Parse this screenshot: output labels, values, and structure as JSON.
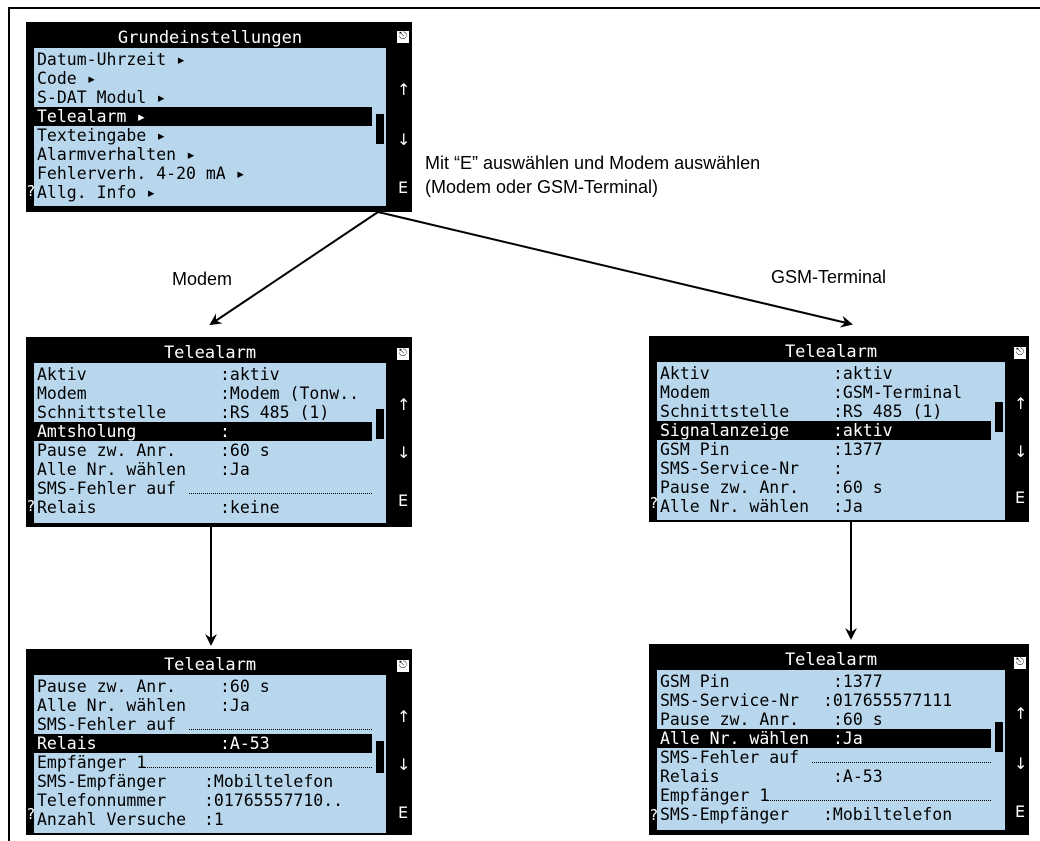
{
  "caption_select": "Mit “E” auswählen und Modem auswählen",
  "caption_select2": "(Modem oder GSM-Terminal)",
  "label_modem": "Modem",
  "label_gsm": "GSM-Terminal",
  "softkeys": {
    "esc": "⎋",
    "up": "↑",
    "down": "↓",
    "enter": "E",
    "help": "?"
  },
  "screen_main": {
    "title": "Grundeinstellungen",
    "items": [
      "Datum-Uhrzeit ▸",
      "Code ▸",
      "S-DAT Modul ▸",
      "Telealarm ▸",
      "Texteingabe ▸",
      "Alarmverhalten ▸",
      "Fehlerverh. 4-20 mA ▸",
      "Allg. Info ▸"
    ]
  },
  "screen_modem1": {
    "title": "Telealarm",
    "rows": [
      {
        "label": "Aktiv",
        "value": ":aktiv"
      },
      {
        "label": "Modem",
        "value": ":Modem (Tonw.."
      },
      {
        "label": "Schnittstelle",
        "value": ":RS 485 (1)"
      },
      {
        "label": "Amtsholung",
        "value": ":"
      },
      {
        "label": "Pause zw. Anr.",
        "value": ":60 s"
      },
      {
        "label": "Alle Nr. wählen",
        "value": ":Ja"
      },
      {
        "label": "SMS-Fehler auf",
        "value": ""
      },
      {
        "label": "Relais",
        "value": ":keine"
      }
    ]
  },
  "screen_modem2": {
    "title": "Telealarm",
    "rows": [
      {
        "label": "Pause zw. Anr.",
        "value": ":60 s"
      },
      {
        "label": "Alle Nr. wählen",
        "value": ":Ja"
      },
      {
        "label": "SMS-Fehler auf",
        "value": ""
      },
      {
        "label": "Relais",
        "value": ":A-53"
      },
      {
        "label": "Empfänger 1",
        "value": ""
      },
      {
        "label": "SMS-Empfänger",
        "value": ":Mobiltelefon"
      },
      {
        "label": "Telefonnummer",
        "value": ":01765557710.."
      },
      {
        "label": "Anzahl Versuche",
        "value": ":1"
      }
    ]
  },
  "screen_gsm1": {
    "title": "Telealarm",
    "rows": [
      {
        "label": "Aktiv",
        "value": ":aktiv"
      },
      {
        "label": "Modem",
        "value": ":GSM-Terminal"
      },
      {
        "label": "Schnittstelle",
        "value": ":RS 485 (1)"
      },
      {
        "label": "Signalanzeige",
        "value": ":aktiv"
      },
      {
        "label": "GSM Pin",
        "value": ":1377"
      },
      {
        "label": "SMS-Service-Nr",
        "value": ":"
      },
      {
        "label": "Pause zw. Anr.",
        "value": ":60 s"
      },
      {
        "label": "Alle Nr. wählen",
        "value": ":Ja"
      }
    ]
  },
  "screen_gsm2": {
    "title": "Telealarm",
    "rows": [
      {
        "label": "GSM Pin",
        "value": ":1377"
      },
      {
        "label": "SMS-Service-Nr",
        "value": ":017655577111"
      },
      {
        "label": "Pause zw. Anr.",
        "value": ":60 s"
      },
      {
        "label": "Alle Nr. wählen",
        "value": ":Ja"
      },
      {
        "label": "SMS-Fehler auf",
        "value": ""
      },
      {
        "label": "Relais",
        "value": ":A-53"
      },
      {
        "label": "Empfänger 1",
        "value": ""
      },
      {
        "label": "SMS-Empfänger",
        "value": ":Mobiltelefon"
      }
    ]
  }
}
